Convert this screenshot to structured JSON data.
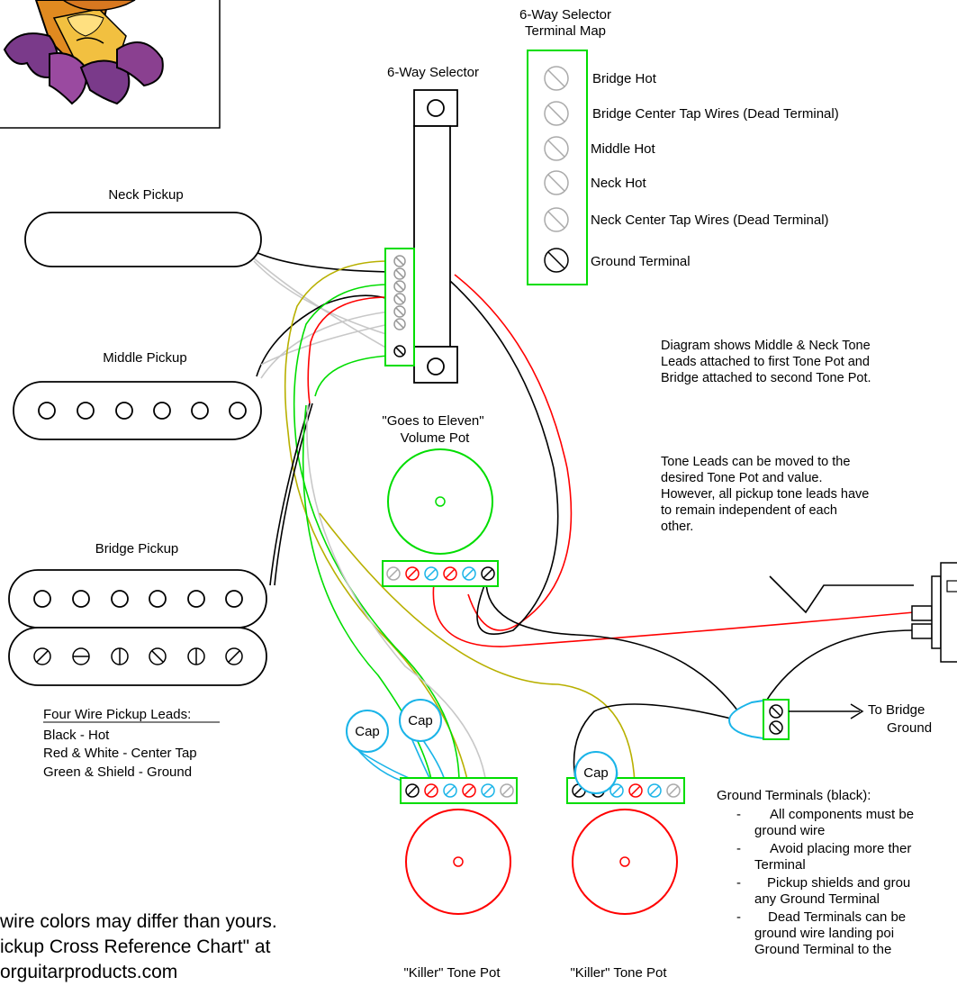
{
  "selector": {
    "title": "6-Way Selector",
    "map_title": [
      "6-Way Selector",
      "Terminal Map"
    ],
    "terminals": [
      "Bridge Hot",
      "Bridge Center Tap Wires (Dead Terminal)",
      "Middle Hot",
      "Neck Hot",
      "Neck Center Tap Wires (Dead Terminal)",
      "Ground Terminal"
    ]
  },
  "pickups": {
    "neck": "Neck Pickup",
    "middle": "Middle Pickup",
    "bridge": "Bridge Pickup",
    "leads_title": "Four Wire Pickup Leads:",
    "leads": [
      "Black - Hot",
      "Red & White - Center Tap",
      "Green & Shield - Ground"
    ]
  },
  "volume_pot": [
    "\"Goes to Eleven\"",
    "Volume Pot"
  ],
  "tone_pots": [
    "\"Killer\" Tone Pot",
    "\"Killer\" Tone Pot"
  ],
  "caps": [
    "Cap",
    "Cap",
    "Cap"
  ],
  "jack": {
    "to_bridge": "To Bridge",
    "ground": "Ground"
  },
  "notes": {
    "diagram": "Diagram shows Middle & Neck Tone Leads attached to first Tone Pot and Bridge attached to second Tone Pot.",
    "tone": "Tone Leads can be moved to the desired Tone Pot and value.  However, all pickup tone leads have to remain independent of each other."
  },
  "ground_notes": {
    "title": "Ground Terminals (black):",
    "items": [
      [
        "All components must be",
        "ground wire"
      ],
      [
        "Avoid placing more ther",
        "Terminal"
      ],
      [
        "Pickup shields and grou",
        "any Ground Terminal"
      ],
      [
        "Dead Terminals can be",
        "ground wire landing poi",
        "Ground Terminal to the"
      ]
    ]
  },
  "bottom_note": [
    "wire colors may differ than yours.",
    "ickup Cross Reference Chart\" at",
    "orguitarproducts.com"
  ],
  "colors": {
    "black": "#000000",
    "red": "#ff0000",
    "green": "#00dd00",
    "white_wire": "#c8c8c8",
    "yellow": "#b8b000",
    "blue": "#1ab4e8",
    "logo_purple": "#7a3a8a",
    "logo_orange": "#e08a20"
  }
}
